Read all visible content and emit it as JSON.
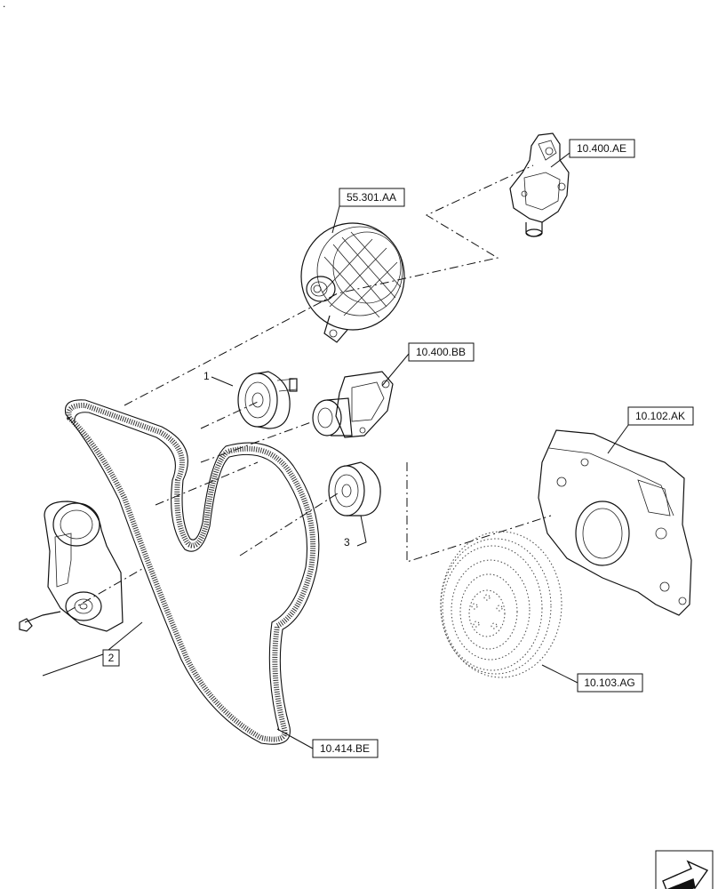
{
  "corner_mark": ".",
  "references": {
    "fuel_pump": "10.400.AE",
    "alternator": "55.301.AA",
    "water_pump": "10.400.BB",
    "timing_cover": "10.102.AK",
    "vibration_damper": "10.103.AG",
    "belt": "10.414.BE"
  },
  "item_numbers": {
    "idler_pulley_1": "1",
    "tensioner_2": "2",
    "idler_pulley_3": "3"
  },
  "icons": {
    "nav_arrow": "next-page-arrow-icon"
  }
}
